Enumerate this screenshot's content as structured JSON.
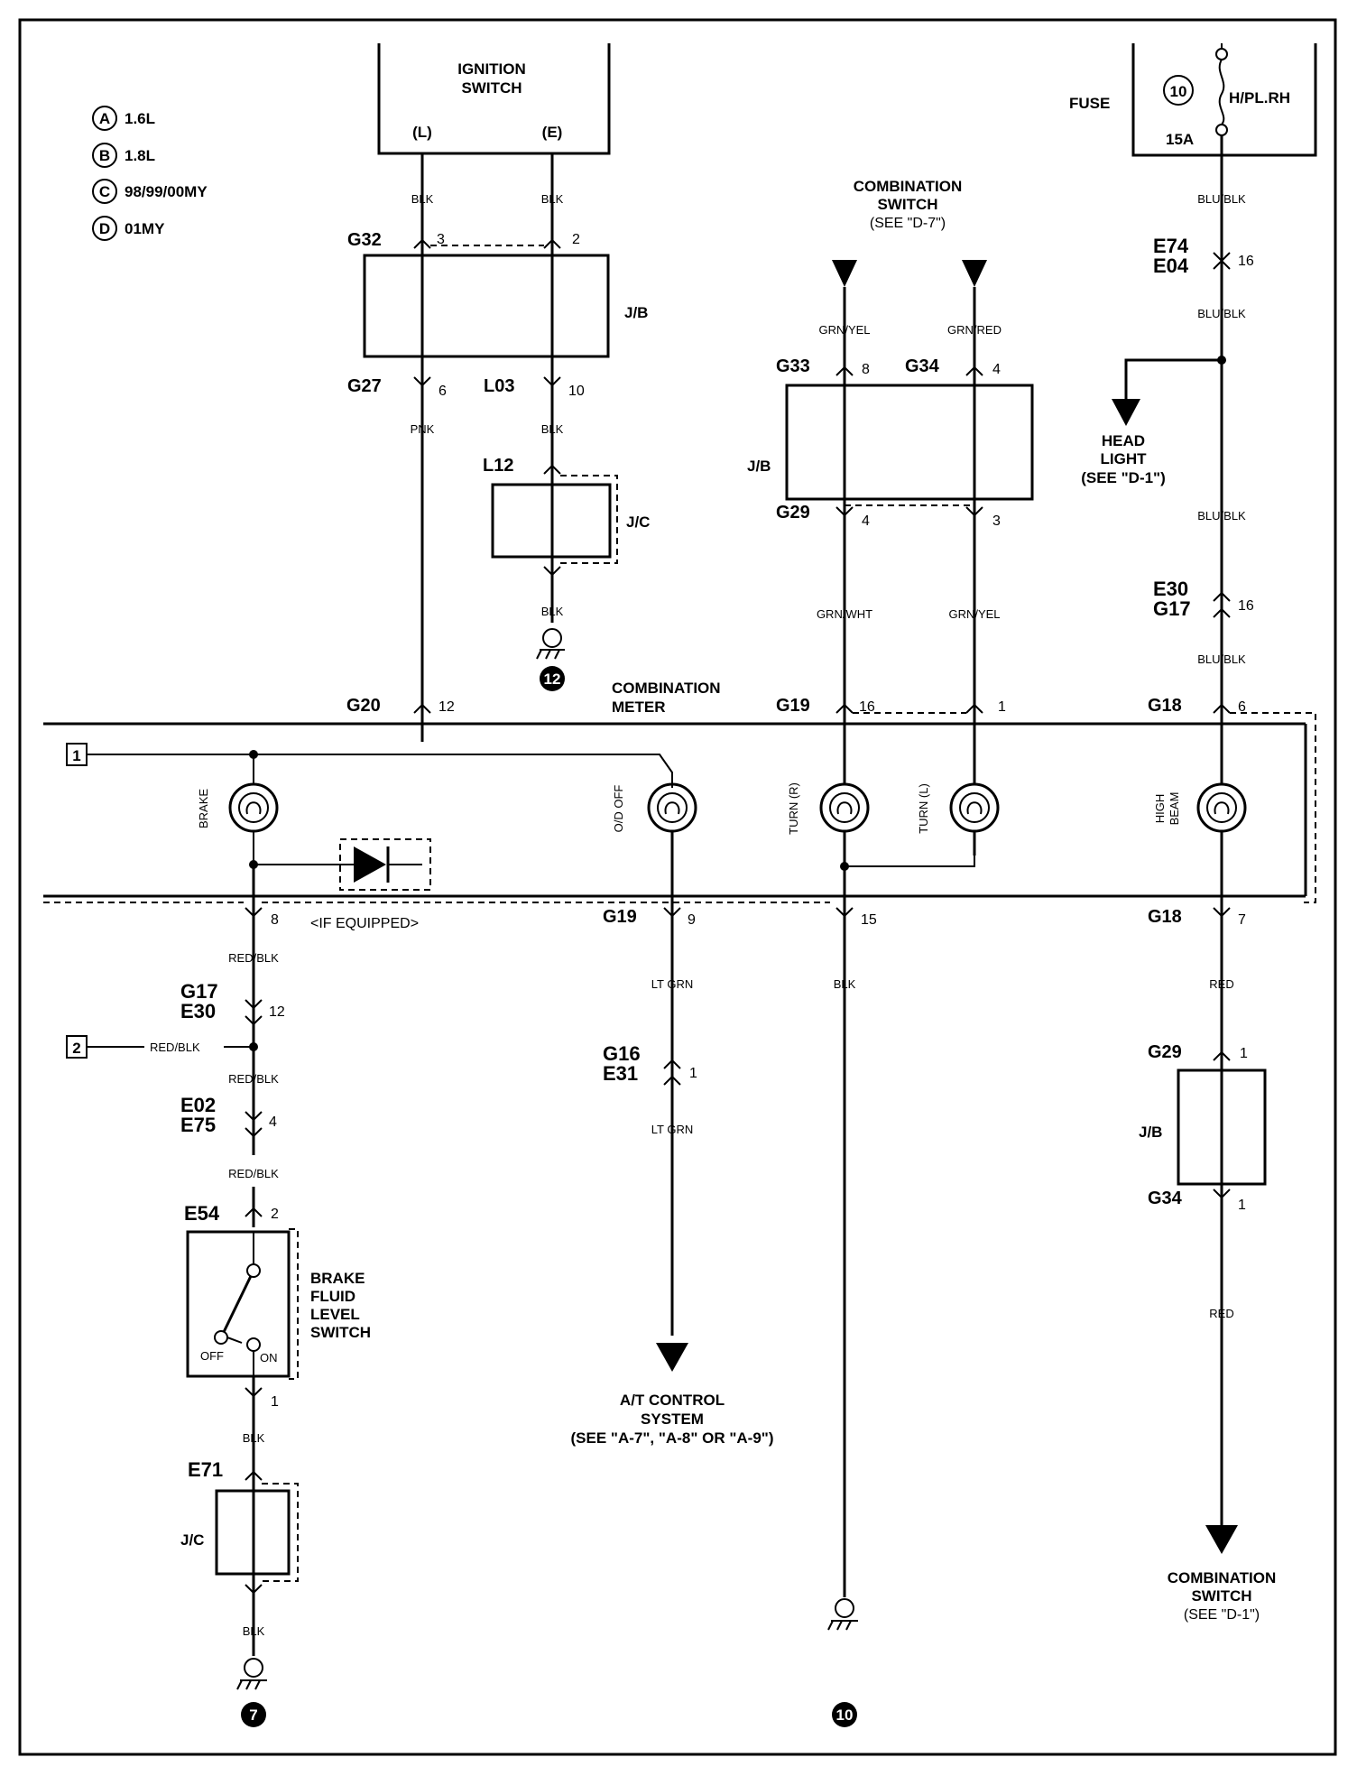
{
  "legend": [
    {
      "key": "A",
      "text": "1.6L"
    },
    {
      "key": "B",
      "text": "1.8L"
    },
    {
      "key": "C",
      "text": "98/99/00MY"
    },
    {
      "key": "D",
      "text": "01MY"
    }
  ],
  "ignition": {
    "title1": "IGNITION",
    "title2": "SWITCH",
    "pin_l": "(L)",
    "pin_e": "(E)"
  },
  "fuse": {
    "label": "FUSE",
    "number": "10",
    "name": "H/PL.RH",
    "rating": "15A"
  },
  "comb_switch_top": {
    "line1": "COMBINATION",
    "line2": "SWITCH",
    "line3": "(SEE \"D-7\")"
  },
  "head_light": {
    "line1": "HEAD",
    "line2": "LIGHT",
    "line3": "(SEE \"D-1\")"
  },
  "comb_meter": {
    "line1": "COMBINATION",
    "line2": "METER"
  },
  "if_equipped": "<IF EQUIPPED>",
  "lamps": {
    "brake": "BRAKE",
    "od_off": "O/D OFF",
    "turn_r": "TURN (R)",
    "turn_l": "TURN (L)",
    "high_beam1": "HIGH",
    "high_beam2": "BEAM"
  },
  "brake_switch": {
    "line1": "BRAKE",
    "line2": "FLUID",
    "line3": "LEVEL",
    "line4": "SWITCH",
    "off": "OFF",
    "on": "ON"
  },
  "at_control": {
    "line1": "A/T CONTROL",
    "line2": "SYSTEM",
    "line3": "(SEE \"A-7\", \"A-8\" OR \"A-9\")"
  },
  "comb_switch_bottom": {
    "line1": "COMBINATION",
    "line2": "SWITCH",
    "line3": "(SEE \"D-1\")"
  },
  "blocks": {
    "jb": "J/B",
    "jc": "J/C"
  },
  "refs": {
    "ref1": "1",
    "ref2": "2"
  },
  "grounds": {
    "g12": "12",
    "g7": "7",
    "g10": "10"
  },
  "wires": {
    "blk": "BLK",
    "pnk": "PNK",
    "blu_blk": "BLU/BLK",
    "grn_yel": "GRN/YEL",
    "grn_red": "GRN/RED",
    "grn_wht": "GRN/WHT",
    "red_blk": "RED/BLK",
    "lt_grn": "LT GRN",
    "red": "RED"
  },
  "connectors": {
    "G32": "G32",
    "G27": "G27",
    "L03": "L03",
    "L12": "L12",
    "G20": "G20",
    "G33": "G33",
    "G34": "G34",
    "G29": "G29",
    "G19": "G19",
    "G18": "G18",
    "E74": "E74",
    "E04": "E04",
    "E30": "E30",
    "G17": "G17",
    "E02": "E02",
    "E75": "E75",
    "E54": "E54",
    "E71": "E71",
    "G16": "G16",
    "E31": "E31"
  },
  "pins": {
    "p1": "1",
    "p2": "2",
    "p3": "3",
    "p4": "4",
    "p6": "6",
    "p7": "7",
    "p8": "8",
    "p9": "9",
    "p10": "10",
    "p12": "12",
    "p15": "15",
    "p16": "16"
  }
}
